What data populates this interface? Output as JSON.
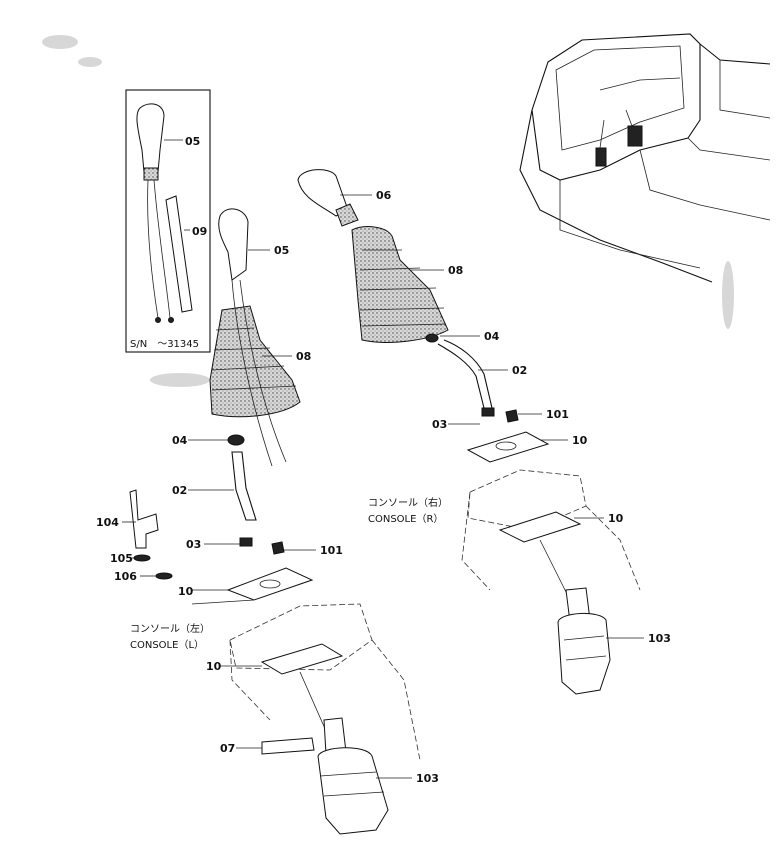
{
  "labels": {
    "p05_inset": "05",
    "p09": "09",
    "serial": "S/N　～31345",
    "p06": "06",
    "p05": "05",
    "p08_r": "08",
    "p08_l": "08",
    "p04_r": "04",
    "p02_r": "02",
    "p101_r": "101",
    "p03_r": "03",
    "p10_r_top": "10",
    "console_r_jp": "コンソール（右）",
    "console_r_en": "CONSOLE（R）",
    "p10_r_bot": "10",
    "p04_l": "04",
    "p02_l": "02",
    "p104": "104",
    "p03_l": "03",
    "p101_l": "101",
    "p105": "105",
    "p106": "106",
    "p10_l_top": "10",
    "console_l_jp": "コンソール（左）",
    "console_l_en": "CONSOLE（L）",
    "p10_l_bot": "10",
    "p103_r": "103",
    "p07": "07",
    "p103_l": "103"
  }
}
